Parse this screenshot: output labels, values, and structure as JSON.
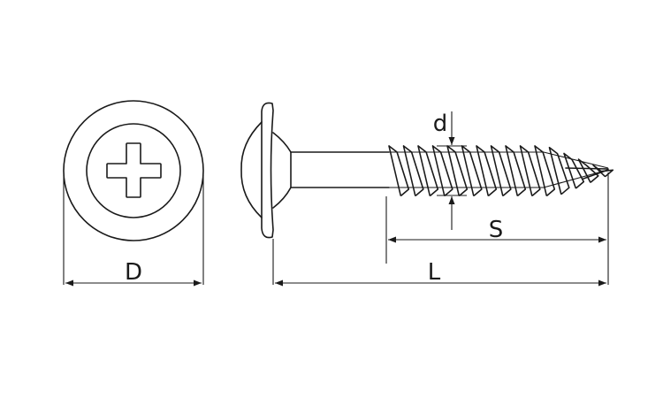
{
  "diagram": {
    "labels": {
      "D": "D",
      "d": "d",
      "S": "S",
      "L": "L"
    }
  }
}
